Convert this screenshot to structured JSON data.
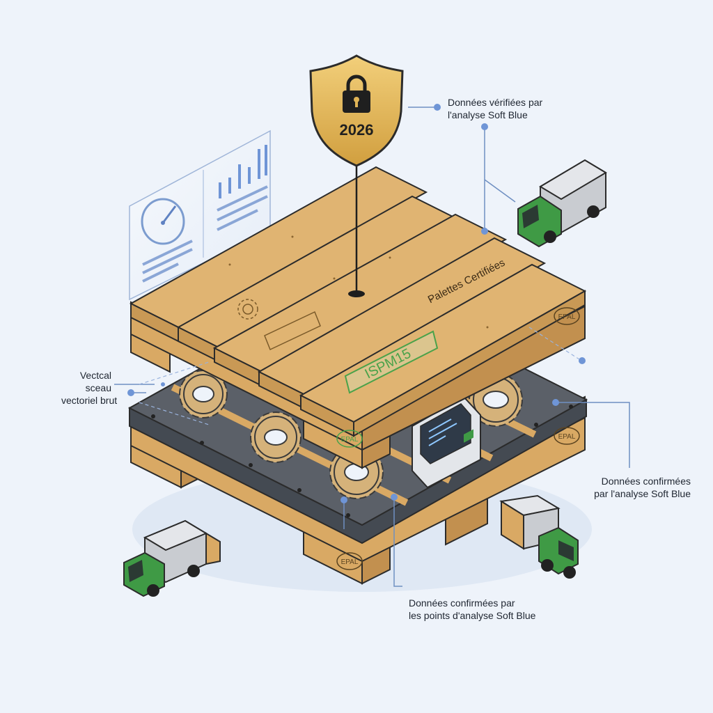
{
  "shield": {
    "year": "2026"
  },
  "pallet": {
    "certified_label": "Palettes Certifiées",
    "ispm_label": "ISPM15",
    "epal_label": "EPAL"
  },
  "callouts": {
    "top": {
      "line1": "Données vérifiées par",
      "line2": "l'analyse Soft Blue"
    },
    "left": {
      "line1": "Vectcal",
      "line2": "sceau",
      "line3": "vectoriel brut"
    },
    "right": {
      "line1": "Données confirmées",
      "line2": "par l'analyse Soft Blue"
    },
    "bottom": {
      "line1": "Données confirmées par",
      "line2": "les points d'analyse Soft Blue"
    }
  },
  "colors": {
    "background": "#eef3fa",
    "wood": "#dcae6a",
    "wood_dark": "#b98846",
    "rubber": "#5b6068",
    "shield_gold": "#e0b456",
    "truck_green": "#3f9a45",
    "accent_blue": "#6f95d6",
    "ispm_green": "#4aa24a"
  },
  "icons": [
    "shield-lock-icon",
    "gear-icon",
    "truck-icon",
    "terminal-icon",
    "gauge-icon",
    "bar-chart-icon"
  ]
}
